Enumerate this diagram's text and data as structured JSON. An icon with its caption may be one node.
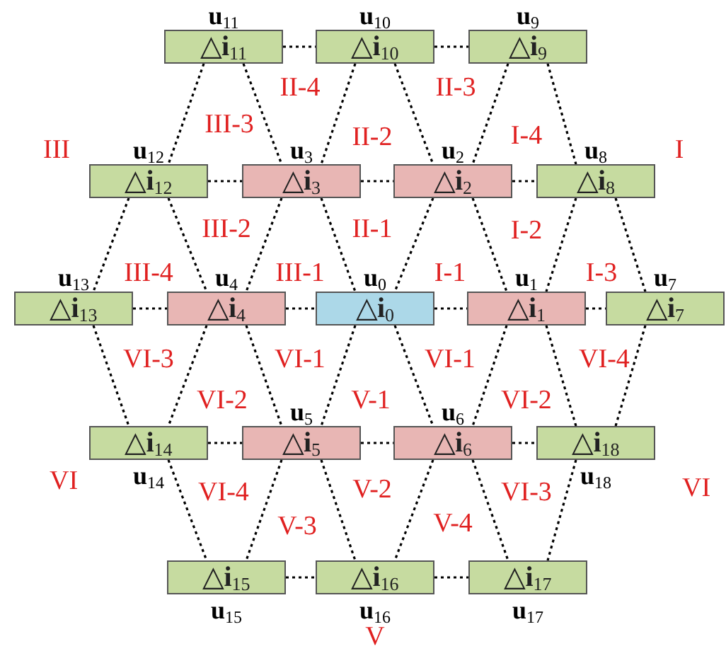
{
  "diagram": {
    "nodes": [
      {
        "text": [
          "△**i**$_{11}$"
        ],
        "beside": [
          "**u**$_{11}$"
        ]
      },
      {
        "text": [
          "△**i**$_{10}$"
        ],
        "beside": [
          "**u**$_{10}$"
        ]
      },
      {
        "text": [
          "△**i**$_{9}$"
        ],
        "beside": [
          "**u**$_{9}$"
        ]
      },
      {
        "text": [
          "△**i**$_{12}$"
        ],
        "beside": [
          "**u**$_{12}$"
        ]
      },
      {
        "text": [
          "△**i**$_{3}$"
        ],
        "beside": [
          "**u**$_{3}$"
        ]
      },
      {
        "text": [
          "△**i**$_{2}$"
        ],
        "beside": [
          "**u**$_{2}$"
        ]
      },
      {
        "text": [
          "△**i**$_{8}$"
        ],
        "beside": [
          "**u**$_{8}$"
        ]
      },
      {
        "text": [
          "△**i**$_{13}$"
        ],
        "beside": [
          "**u**$_{13}$"
        ]
      },
      {
        "text": [
          "△**i**$_{4}$"
        ],
        "beside": [
          "**u**$_{4}$"
        ]
      },
      {
        "text": [
          "△**i**$_{0}$"
        ],
        "beside": [
          "**u**$_{0}$"
        ]
      },
      {
        "text": [
          "△**i**$_{1}$"
        ],
        "beside": [
          "**u**$_{1}$"
        ]
      },
      {
        "text": [
          "△**i**$_{7}$"
        ],
        "beside": [
          "**u**$_{7}$"
        ]
      },
      {
        "text": [
          "△**i**$_{14}$"
        ],
        "beside": [
          "**u**$_{14}$"
        ]
      },
      {
        "text": [
          "△**i**$_{5}$"
        ],
        "beside": [
          "**u**$_{5}$"
        ]
      },
      {
        "text": [
          "△**i**$_{6}$"
        ],
        "beside": [
          "**u**$_{6}$"
        ]
      },
      {
        "text": [
          "△**i**$_{18}$"
        ],
        "beside": [
          "**u**$_{18}$"
        ]
      },
      {
        "text": [
          "△**i**$_{15}$"
        ],
        "beside": [
          "**u**$_{15}$"
        ]
      },
      {
        "text": [
          "△**i**$_{16}$"
        ],
        "beside": [
          "**u**$_{16}$"
        ]
      },
      {
        "text": [
          "△**i**$_{17}$"
        ],
        "beside": [
          "**u**$_{17}$"
        ]
      }
    ],
    "edges": [
      {
        "from": 0,
        "to": 1,
        "arrow": "none"
      },
      {
        "from": 1,
        "to": 2,
        "arrow": "none"
      },
      {
        "from": 3,
        "to": 4,
        "arrow": "none"
      },
      {
        "from": 4,
        "to": 5,
        "arrow": "none"
      },
      {
        "from": 5,
        "to": 6,
        "arrow": "none"
      },
      {
        "from": 7,
        "to": 8,
        "arrow": "none"
      },
      {
        "from": 8,
        "to": 9,
        "arrow": "none"
      },
      {
        "from": 9,
        "to": 10,
        "arrow": "none"
      },
      {
        "from": 10,
        "to": 11,
        "arrow": "none"
      },
      {
        "from": 12,
        "to": 13,
        "arrow": "none"
      },
      {
        "from": 13,
        "to": 14,
        "arrow": "none"
      },
      {
        "from": 14,
        "to": 15,
        "arrow": "none"
      },
      {
        "from": 16,
        "to": 17,
        "arrow": "none"
      },
      {
        "from": 17,
        "to": 18,
        "arrow": "none"
      },
      {
        "from": 0,
        "to": 3,
        "arrow": "none"
      },
      {
        "from": 0,
        "to": 4,
        "arrow": "none"
      },
      {
        "from": 1,
        "to": 4,
        "arrow": "none"
      },
      {
        "from": 1,
        "to": 5,
        "arrow": "none"
      },
      {
        "from": 2,
        "to": 5,
        "arrow": "none"
      },
      {
        "from": 2,
        "to": 6,
        "arrow": "none"
      },
      {
        "from": 3,
        "to": 7,
        "arrow": "none"
      },
      {
        "from": 3,
        "to": 8,
        "arrow": "none"
      },
      {
        "from": 4,
        "to": 8,
        "arrow": "none"
      },
      {
        "from": 4,
        "to": 9,
        "arrow": "none"
      },
      {
        "from": 5,
        "to": 9,
        "arrow": "none"
      },
      {
        "from": 5,
        "to": 10,
        "arrow": "none"
      },
      {
        "from": 6,
        "to": 10,
        "arrow": "none"
      },
      {
        "from": 6,
        "to": 11,
        "arrow": "none"
      },
      {
        "from": 7,
        "to": 12,
        "arrow": "none"
      },
      {
        "from": 8,
        "to": 12,
        "arrow": "none"
      },
      {
        "from": 8,
        "to": 13,
        "arrow": "none"
      },
      {
        "from": 9,
        "to": 13,
        "arrow": "none"
      },
      {
        "from": 9,
        "to": 14,
        "arrow": "none"
      },
      {
        "from": 10,
        "to": 14,
        "arrow": "none"
      },
      {
        "from": 10,
        "to": 15,
        "arrow": "none"
      },
      {
        "from": 11,
        "to": 15,
        "arrow": "none"
      },
      {
        "from": 12,
        "to": 16,
        "arrow": "none"
      },
      {
        "from": 13,
        "to": 16,
        "arrow": "none"
      },
      {
        "from": 13,
        "to": 17,
        "arrow": "none"
      },
      {
        "from": 14,
        "to": 17,
        "arrow": "none"
      },
      {
        "from": 14,
        "to": 18,
        "arrow": "none"
      },
      {
        "from": 15,
        "to": 18,
        "arrow": "none"
      }
    ],
    "labels": [
      "II-4",
      "II-3",
      "III-3",
      "II-2",
      "I-4",
      "III",
      "I",
      "III-2",
      "II-1",
      "I-2",
      "III-4",
      "III-1",
      "I-1",
      "I-3",
      "VI-3",
      "VI-1",
      "VI-1",
      "VI-4",
      "VI-2",
      "V-1",
      "VI-2",
      "VI",
      "VI-4",
      "V-2",
      "VI-3",
      "VI",
      "V-3",
      "V-4",
      "V"
    ]
  }
}
